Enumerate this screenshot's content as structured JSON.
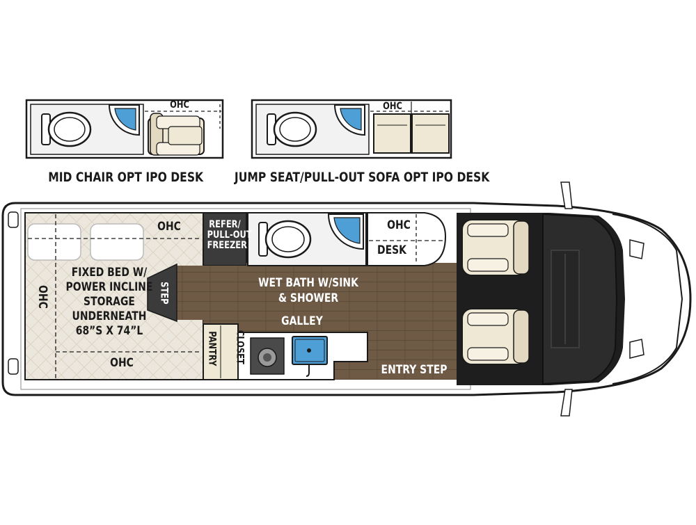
{
  "options": {
    "mid_chair": {
      "caption": "MID CHAIR OPT IPO DESK",
      "ohc": "OHC"
    },
    "jump_seat": {
      "caption": "JUMP SEAT/PULL-OUT SOFA OPT IPO DESK",
      "ohc": "OHC"
    }
  },
  "main": {
    "ohc_top_bed": "OHC",
    "ohc_side": "OHC",
    "ohc_bottom_bed": "OHC",
    "ohc_desk": "OHC",
    "bed_line1": "FIXED BED W/",
    "bed_line2": "POWER INCLINE",
    "bed_line3": "STORAGE",
    "bed_line4": "UNDERNEATH",
    "bed_line5": "68”S X 74”L",
    "step": "STEP",
    "refer_line1": "REFER/",
    "refer_line2": "PULL-OUT",
    "refer_line3": "FREEZER",
    "desk": "DESK",
    "wetbath_line1": "WET BATH W/SINK",
    "wetbath_line2": "& SHOWER",
    "galley": "GALLEY",
    "closet": "CLOSET",
    "pantry": "PANTRY",
    "entry_step": "ENTRY STEP"
  },
  "colors": {
    "floor": "#6e5a45",
    "bed": "#ece7dc",
    "cab": "#1e1e1e",
    "seat": "#efe8d4",
    "shower": "#4d9fd6",
    "outline": "#1a1a1a"
  }
}
